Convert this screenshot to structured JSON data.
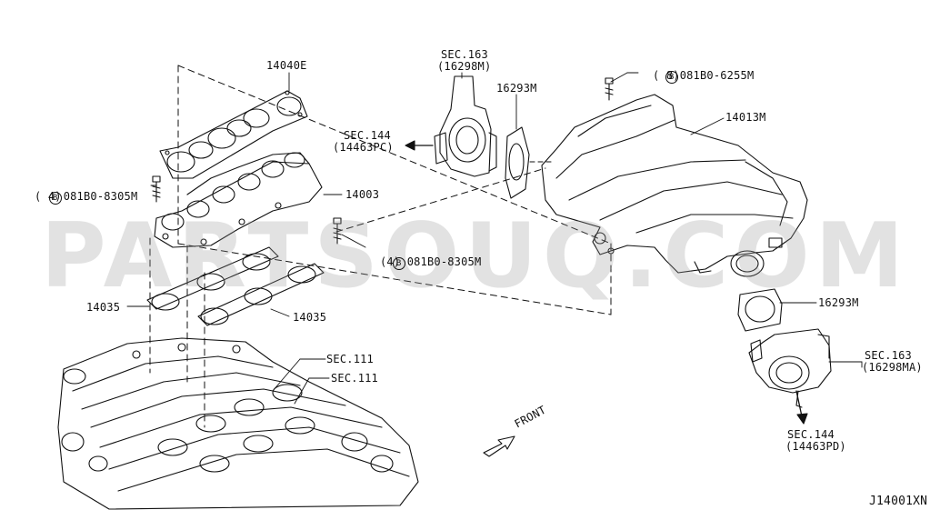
{
  "diagram": {
    "code": "J14001XN",
    "watermark": "PARTSOUQ.COM",
    "front_label": "FRONT",
    "bolt_marker": "B",
    "parts": {
      "p14040E": "14040E",
      "p14003": "14003",
      "p14013M": "14013M",
      "p14035_left": "14035",
      "p14035_right": "14035",
      "p16293M_top": "16293M",
      "p16293M_right": "16293M"
    },
    "bolts": {
      "left": {
        "code": "081B0-8305M",
        "qty": "( 4)"
      },
      "middle": {
        "code": "081B0-8305M",
        "qty": "(4)"
      },
      "top": {
        "code": "081B0-6255M",
        "qty": "( 8)"
      }
    },
    "sections": {
      "sec163_top": {
        "sec": "SEC.163",
        "ref": "(16298M)"
      },
      "sec144_left": {
        "sec": "SEC.144",
        "ref": "(14463PC)"
      },
      "sec111_a": {
        "sec": "SEC.111"
      },
      "sec111_b": {
        "sec": "SEC.111"
      },
      "sec163_right": {
        "sec": "SEC.163",
        "ref": "(16298MA)"
      },
      "sec144_bottom": {
        "sec": "SEC.144",
        "ref": "(14463PD)"
      }
    }
  }
}
